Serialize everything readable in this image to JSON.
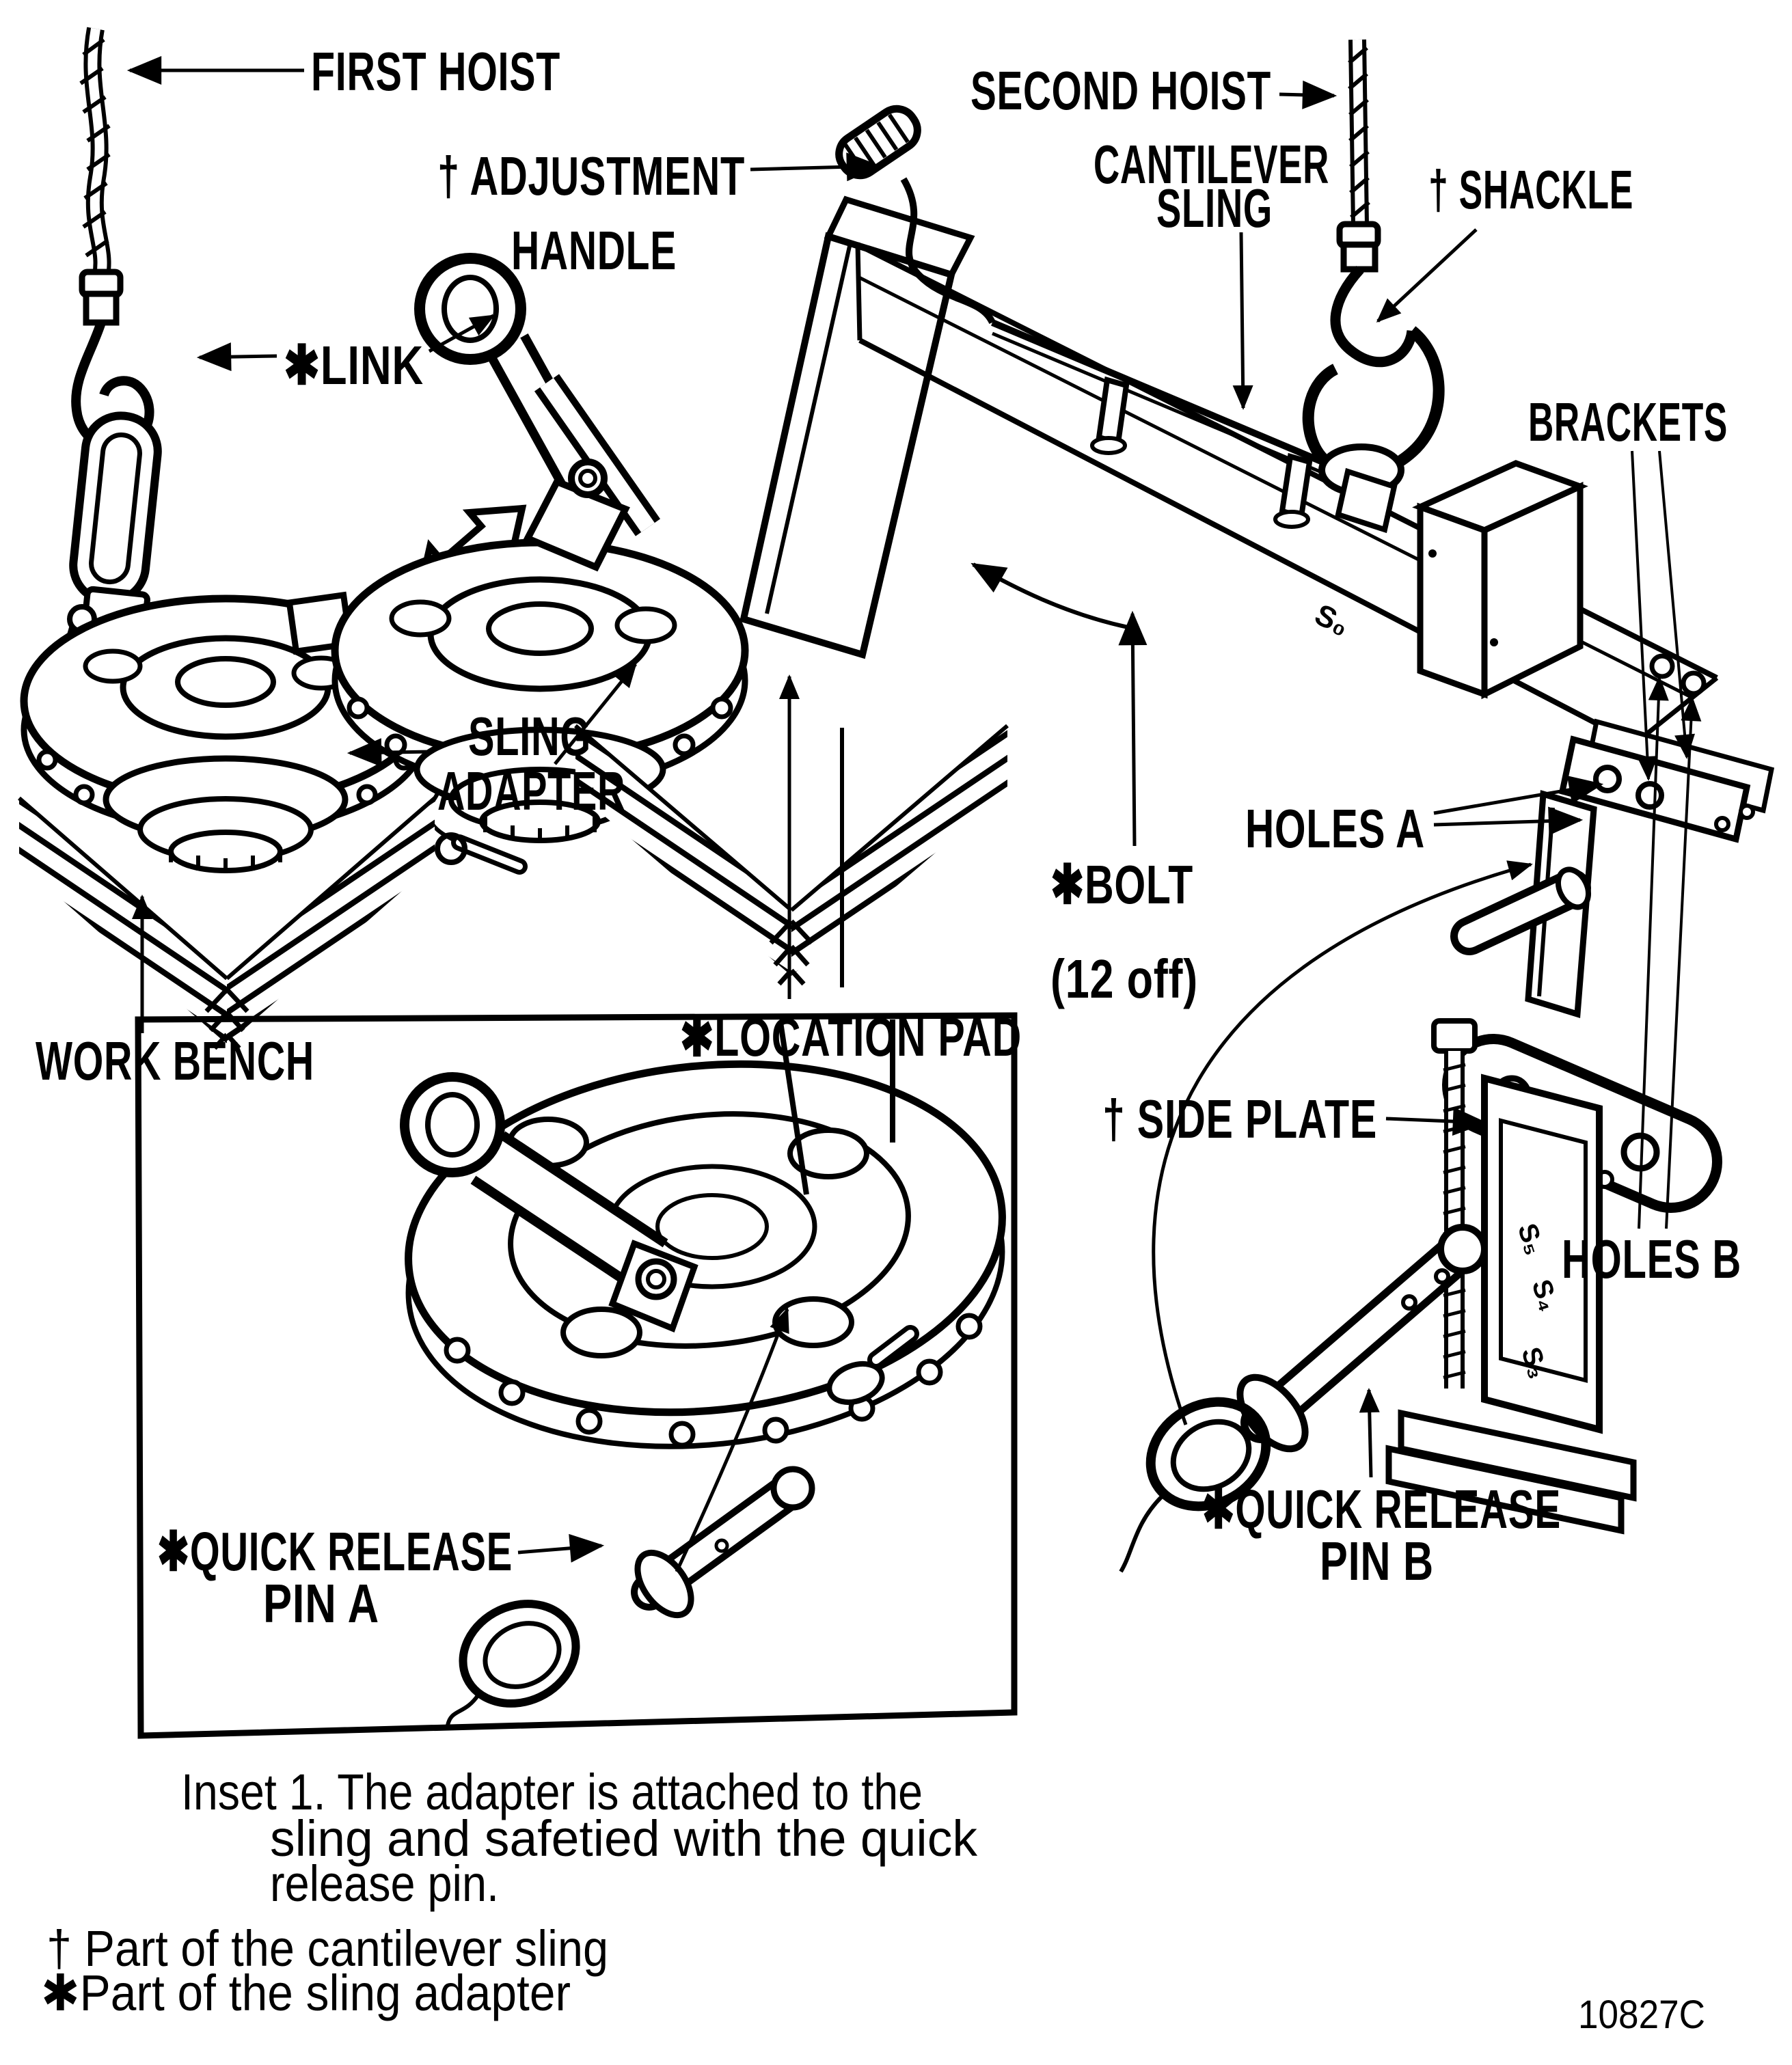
{
  "figure_code": "10827C",
  "labels": {
    "first_hoist": "FIRST HOIST",
    "adjustment_line1": "† ADJUSTMENT",
    "adjustment_line2": "HANDLE",
    "second_hoist": "SECOND HOIST",
    "cantilever_line1": "CANTILEVER",
    "cantilever_line2": "SLING",
    "shackle": "† SHACKLE",
    "brackets": "BRACKETS",
    "link": "✱LINK",
    "sling_adapter_line1": "SLING",
    "sling_adapter_line2": "ADAPTER",
    "bolt_line1": "✱BOLT",
    "bolt_line2": "(12 off)",
    "holes_a": "HOLES A",
    "side_plate": "† SIDE PLATE",
    "location_pad": "✱LOCATION PAD",
    "work_bench": "WORK BENCH",
    "holes_b": "HOLES B",
    "qr_pin_b_line1": "✱QUICK RELEASE",
    "qr_pin_b_line2": "PIN B",
    "qr_pin_a_line1": "✱QUICK RELEASE",
    "qr_pin_a_line2": "PIN A"
  },
  "inset_caption": {
    "line1": "Inset 1. The adapter is attached to the",
    "line2": "sling and safetied with the quick",
    "line3": "release pin."
  },
  "footnotes": {
    "cantilever": "† Part of the cantilever sling",
    "adapter": "✱Part of the sling adapter"
  },
  "part_markings": {
    "beam": "S₀",
    "jack_1": "S₅",
    "jack_2": "S₄",
    "jack_3": "S₃"
  }
}
